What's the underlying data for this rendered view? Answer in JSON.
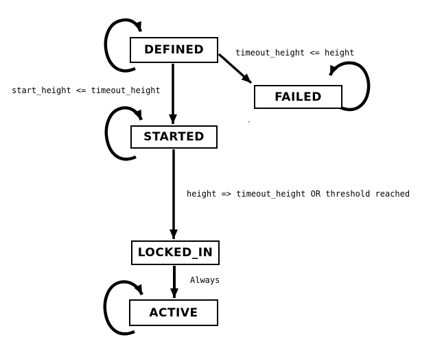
{
  "diagram": {
    "kind": "state-machine",
    "colors": {
      "stroke": "#000000",
      "background": "#ffffff",
      "box_fill": "#ffffff",
      "text": "#000000"
    },
    "states": [
      {
        "id": "defined",
        "label": "DEFINED",
        "self_loop": true
      },
      {
        "id": "failed",
        "label": "FAILED",
        "self_loop": true
      },
      {
        "id": "started",
        "label": "STARTED",
        "self_loop": true
      },
      {
        "id": "locked_in",
        "label": "LOCKED_IN",
        "self_loop": false
      },
      {
        "id": "active",
        "label": "ACTIVE",
        "self_loop": true
      }
    ],
    "transitions": [
      {
        "from": "DEFINED",
        "to": "FAILED",
        "label": "timeout_height <= height"
      },
      {
        "from": "DEFINED",
        "to": "STARTED",
        "label": "start_height <= timeout_height"
      },
      {
        "from": "STARTED",
        "to": "LOCKED_IN",
        "label": "height => timeout_height OR threshold reached"
      },
      {
        "from": "LOCKED_IN",
        "to": "ACTIVE",
        "label": "Always"
      }
    ]
  }
}
